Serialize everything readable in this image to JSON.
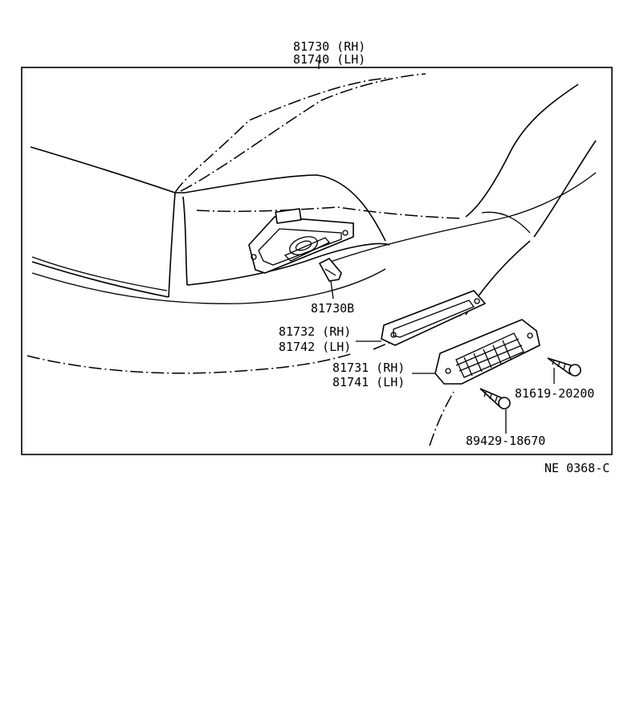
{
  "diagram": {
    "top_label_rh": "81730 (RH)",
    "top_label_lh": "81740 (LH)",
    "bulb_label": "81730B",
    "gasket_label_rh": "81732 (RH)",
    "gasket_label_lh": "81742 (LH)",
    "lens_label_rh": "81731 (RH)",
    "lens_label_lh": "81741 (LH)",
    "screw1_label": "81619-20200",
    "screw2_label": "89429-18670",
    "figure_code": "NE 0368-C"
  }
}
